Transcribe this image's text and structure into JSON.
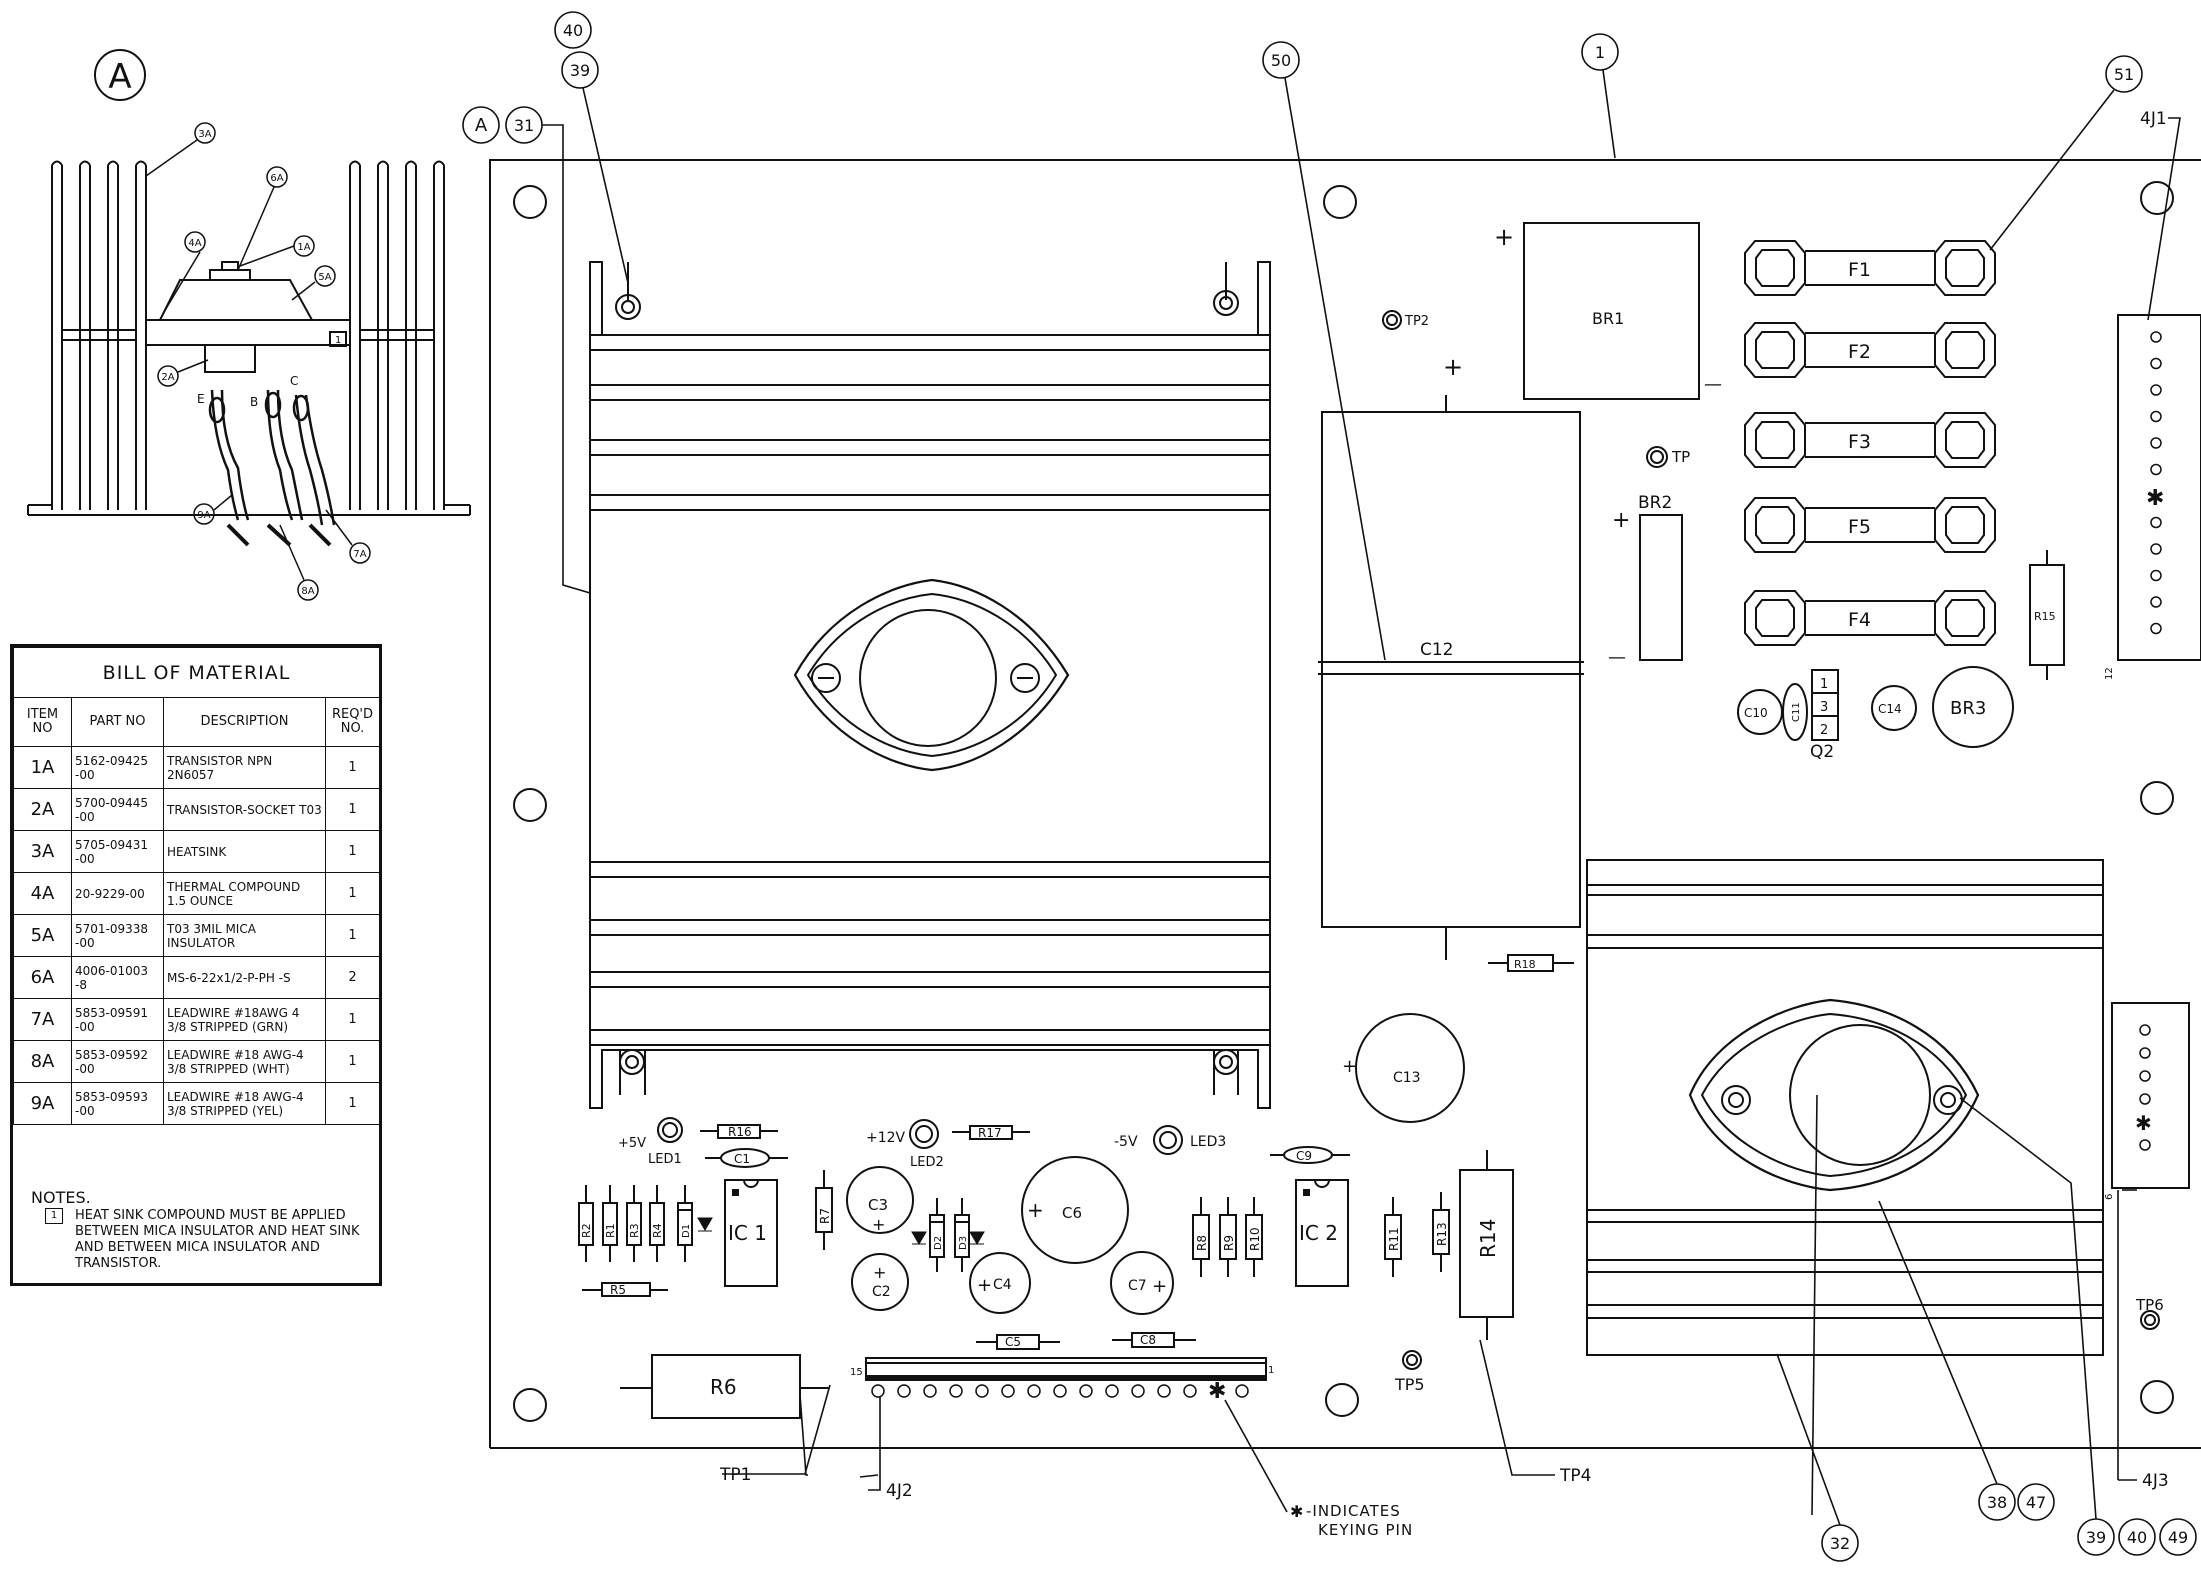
{
  "detail_label": "A",
  "detail_callouts": [
    "3A",
    "6A",
    "4A",
    "1A",
    "5A",
    "2A",
    "9A",
    "8A",
    "7A"
  ],
  "pin_labels": {
    "e": "E",
    "b": "B",
    "c": "C"
  },
  "note_marker": "1",
  "bom": {
    "title": "BILL OF MATERIAL",
    "headers": {
      "item": "ITEM NO",
      "part": "PART NO",
      "desc": "DESCRIPTION",
      "qty": "REQ'D NO."
    },
    "rows": [
      {
        "item": "1A",
        "part": "5162-09425 -00",
        "desc": "TRANSISTOR NPN 2N6057",
        "qty": "1"
      },
      {
        "item": "2A",
        "part": "5700-09445 -00",
        "desc": "TRANSISTOR-SOCKET T03",
        "qty": "1"
      },
      {
        "item": "3A",
        "part": "5705-09431 -00",
        "desc": "HEATSINK",
        "qty": "1"
      },
      {
        "item": "4A",
        "part": "20-9229-00",
        "desc": "THERMAL COMPOUND 1.5 OUNCE",
        "qty": "1"
      },
      {
        "item": "5A",
        "part": "5701-09338 -00",
        "desc": "T03 3MIL MICA INSULATOR",
        "qty": "1"
      },
      {
        "item": "6A",
        "part": "4006-01003 -8",
        "desc": "MS-6-22x1/2-P-PH -S",
        "qty": "2"
      },
      {
        "item": "7A",
        "part": "5853-09591 -00",
        "desc": "LEADWIRE #18AWG 4 3/8 STRIPPED (GRN)",
        "qty": "1"
      },
      {
        "item": "8A",
        "part": "5853-09592 -00",
        "desc": "LEADWIRE #18 AWG-4 3/8 STRIPPED (WHT)",
        "qty": "1"
      },
      {
        "item": "9A",
        "part": "5853-09593 -00",
        "desc": "LEADWIRE #18 AWG-4 3/8 STRIPPED (YEL)",
        "qty": "1"
      }
    ]
  },
  "notes": {
    "heading": "NOTES.",
    "marker": "1",
    "text": "HEAT SINK COMPOUND MUST BE APPLIED BETWEEN MICA INSULATOR AND HEAT SINK AND BETWEEN MICA INSULATOR AND TRANSISTOR."
  },
  "callouts": {
    "c40a": "40",
    "c39a": "39",
    "cA": "A",
    "c31": "31",
    "c50": "50",
    "c1": "1",
    "c51": "51",
    "c32": "32",
    "c38": "38",
    "c47": "47",
    "c39b": "39",
    "c40b": "40",
    "c49": "49"
  },
  "leader_labels": {
    "j1": "4J1",
    "j2": "4J2",
    "j3": "4J3",
    "tp1": "TP1",
    "tp4": "TP4",
    "keying_star": "✱",
    "keying_dash": "-INDICATES",
    "keying_line2": "KEYING PIN"
  },
  "board": {
    "tp2": "TP2",
    "tp": "TP",
    "tp5": "TP5",
    "tp6": "TP6",
    "br1": "BR1",
    "br2": "BR2",
    "br3": "BR3",
    "fuses": [
      "F1",
      "F2",
      "F3",
      "F5",
      "F4"
    ],
    "c12": "C12",
    "c13": "C13",
    "c6": "C6",
    "c3": "C3",
    "c2": "C2",
    "c4": "C4",
    "c7": "C7",
    "c1": "C1",
    "c5": "C5",
    "c8": "C8",
    "c9": "C9",
    "c10": "C10",
    "c11": "C11",
    "c14": "C14",
    "r14": "R14",
    "r15": "R15",
    "r16": "R16",
    "r17": "R17",
    "r18": "R18",
    "r5": "R5",
    "r6": "R6",
    "vres": [
      "R2",
      "R1",
      "R3",
      "R4"
    ],
    "r7": "R7",
    "r8": "R8",
    "r9": "R9",
    "r10": "R10",
    "r11": "R11",
    "r13": "R13",
    "d1": "D1",
    "d2": "D2",
    "d3": "D3",
    "ic1": "IC 1",
    "ic2": "IC 2",
    "q2": "Q2",
    "q2pins": [
      "1",
      "3",
      "2"
    ],
    "led1": "LED1",
    "led2": "LED2",
    "led3": "LED3",
    "v5": "+5V",
    "v12": "+12V",
    "vm5": "-5V",
    "plus": "+",
    "minus": "—",
    "j2pin_a": "15",
    "j2pin_b": "1",
    "j1pin": "12",
    "j3pin": "6"
  }
}
